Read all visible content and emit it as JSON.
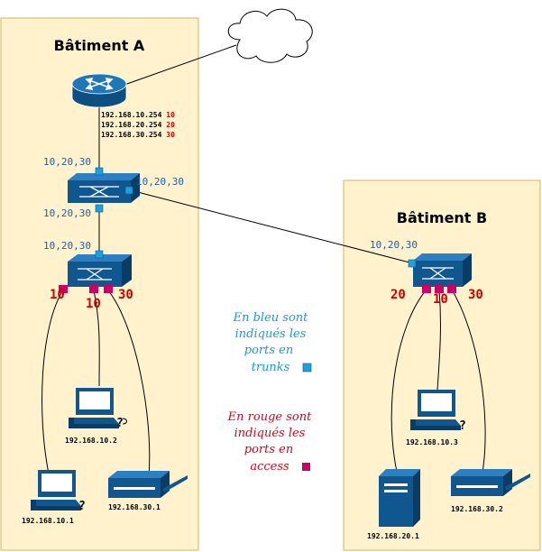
{
  "buildings": {
    "a": {
      "title": "Bâtiment A"
    },
    "b": {
      "title": "Bâtiment B"
    }
  },
  "router": {
    "ips": [
      {
        "ip": "192.168.10.254",
        "vlan": "10"
      },
      {
        "ip": "192.168.20.254",
        "vlan": "20"
      },
      {
        "ip": "192.168.30.254",
        "vlan": "30"
      }
    ]
  },
  "switch1": {
    "trunk_top": "10,20,30",
    "trunk_right": "10,20,30",
    "trunk_bottom": "10,20,30"
  },
  "switch2": {
    "trunk_top": "10,20,30",
    "access": [
      "10",
      "10",
      "30"
    ]
  },
  "switch3": {
    "trunk_top": "10,20,30",
    "access": [
      "20",
      "10",
      "30"
    ]
  },
  "hosts": {
    "pc_a_1": "192.168.10.2",
    "pc_a_2": "192.168.10.1",
    "printer_a": "192.168.30.1",
    "pc_b_1": "192.168.10.3",
    "server_b": "192.168.20.1",
    "printer_b": "192.168.30.2",
    "question_mark": "?"
  },
  "legend": {
    "blue_lines": [
      "En bleu sont",
      "indiqués les",
      "ports en",
      "trunks"
    ],
    "red_lines": [
      "En rouge sont",
      "indiqués les",
      "ports en",
      "access"
    ]
  },
  "colors": {
    "building_fill": "#fff2cc",
    "building_border": "#d6b656",
    "device": "#10578f",
    "trunk_port": "#1ba1e2",
    "access_port": "#cc0066"
  }
}
